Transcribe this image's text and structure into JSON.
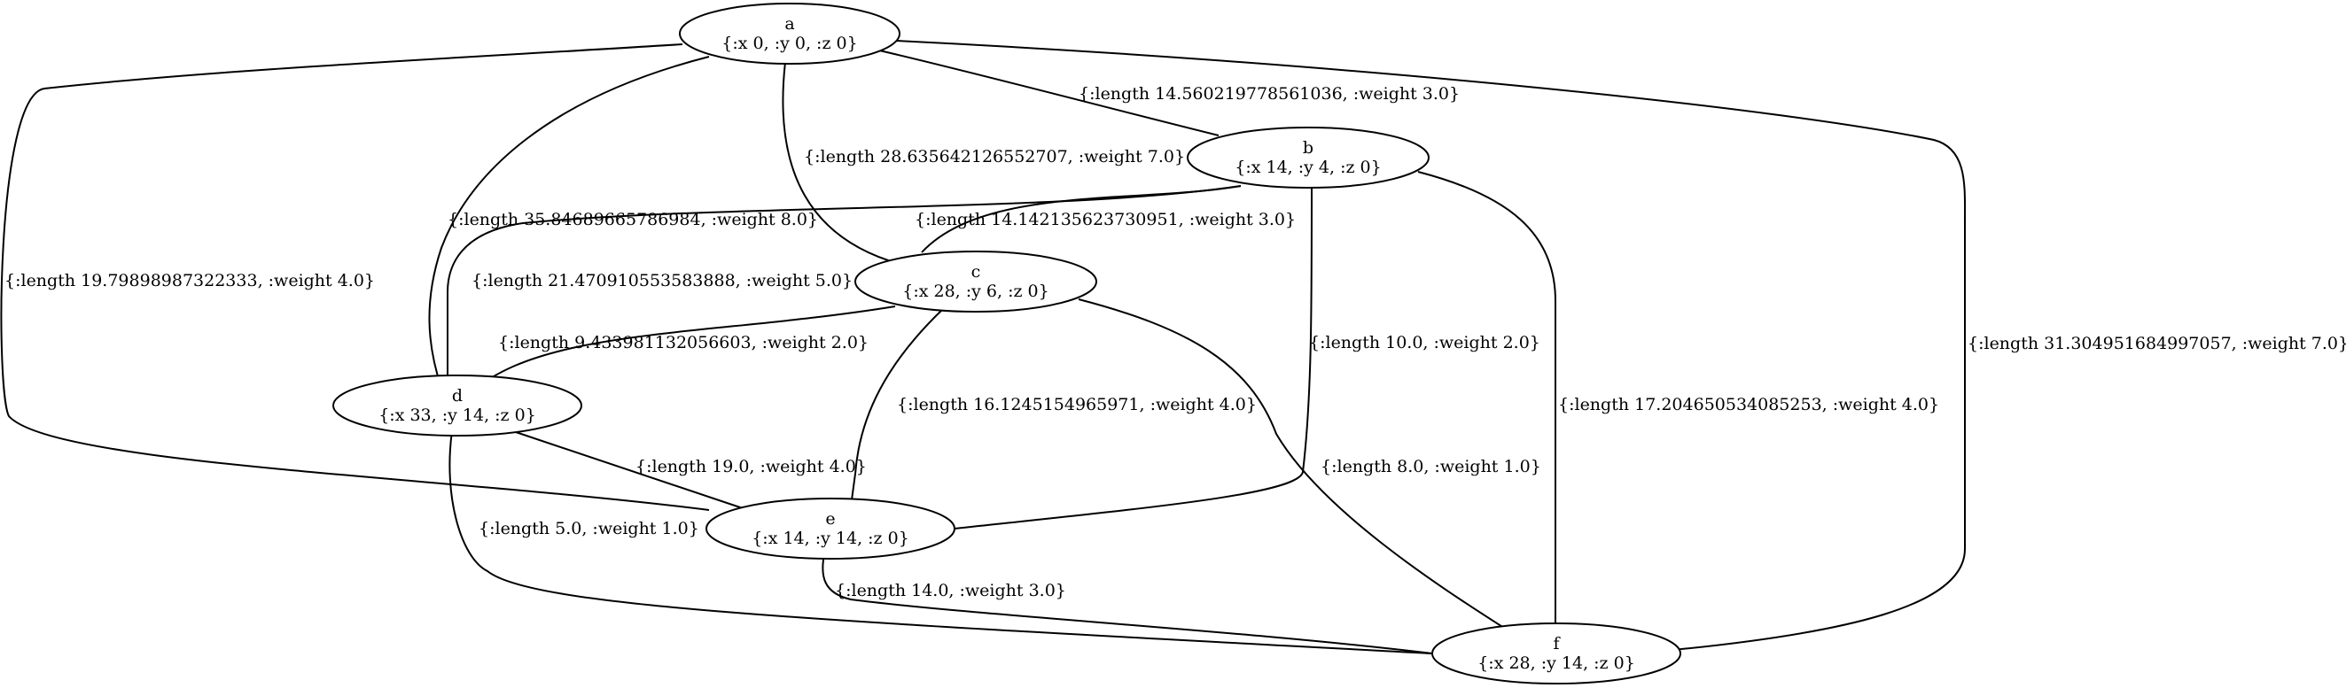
{
  "nodes": {
    "a": {
      "id": "a",
      "attrs": "{:x 0, :y 0, :z 0}"
    },
    "b": {
      "id": "b",
      "attrs": "{:x 14, :y 4, :z 0}"
    },
    "c": {
      "id": "c",
      "attrs": "{:x 28, :y 6, :z 0}"
    },
    "d": {
      "id": "d",
      "attrs": "{:x 33, :y 14, :z 0}"
    },
    "e": {
      "id": "e",
      "attrs": "{:x 14, :y 14, :z 0}"
    },
    "f": {
      "id": "f",
      "attrs": "{:x 28, :y 14, :z 0}"
    }
  },
  "edges": {
    "ab": {
      "from": "a",
      "to": "b",
      "label": "{:length 14.560219778561036, :weight 3.0}"
    },
    "ac": {
      "from": "a",
      "to": "c",
      "label": "{:length 28.635642126552707, :weight 7.0}"
    },
    "ad": {
      "from": "a",
      "to": "d",
      "label": "{:length 35.84689665786984, :weight 8.0}"
    },
    "ae": {
      "from": "a",
      "to": "e",
      "label": "{:length 19.79898987322333, :weight 4.0}"
    },
    "af": {
      "from": "a",
      "to": "f",
      "label": "{:length 31.304951684997057, :weight 7.0}"
    },
    "bc": {
      "from": "b",
      "to": "c",
      "label": "{:length 14.142135623730951, :weight 3.0}"
    },
    "bd": {
      "from": "b",
      "to": "d",
      "label": "{:length 21.470910553583888, :weight 5.0}"
    },
    "be": {
      "from": "b",
      "to": "e",
      "label": "{:length 10.0, :weight 2.0}"
    },
    "bf": {
      "from": "b",
      "to": "f",
      "label": "{:length 17.204650534085253, :weight 4.0}"
    },
    "cd": {
      "from": "c",
      "to": "d",
      "label": "{:length 9.433981132056603, :weight 2.0}"
    },
    "ce": {
      "from": "c",
      "to": "e",
      "label": "{:length 16.1245154965971, :weight 4.0}"
    },
    "cf": {
      "from": "c",
      "to": "f",
      "label": "{:length 8.0, :weight 1.0}"
    },
    "de": {
      "from": "d",
      "to": "e",
      "label": "{:length 19.0, :weight 4.0}"
    },
    "df": {
      "from": "d",
      "to": "f",
      "label": "{:length 5.0, :weight 1.0}"
    },
    "ef": {
      "from": "e",
      "to": "f",
      "label": "{:length 14.0, :weight 3.0}"
    }
  }
}
